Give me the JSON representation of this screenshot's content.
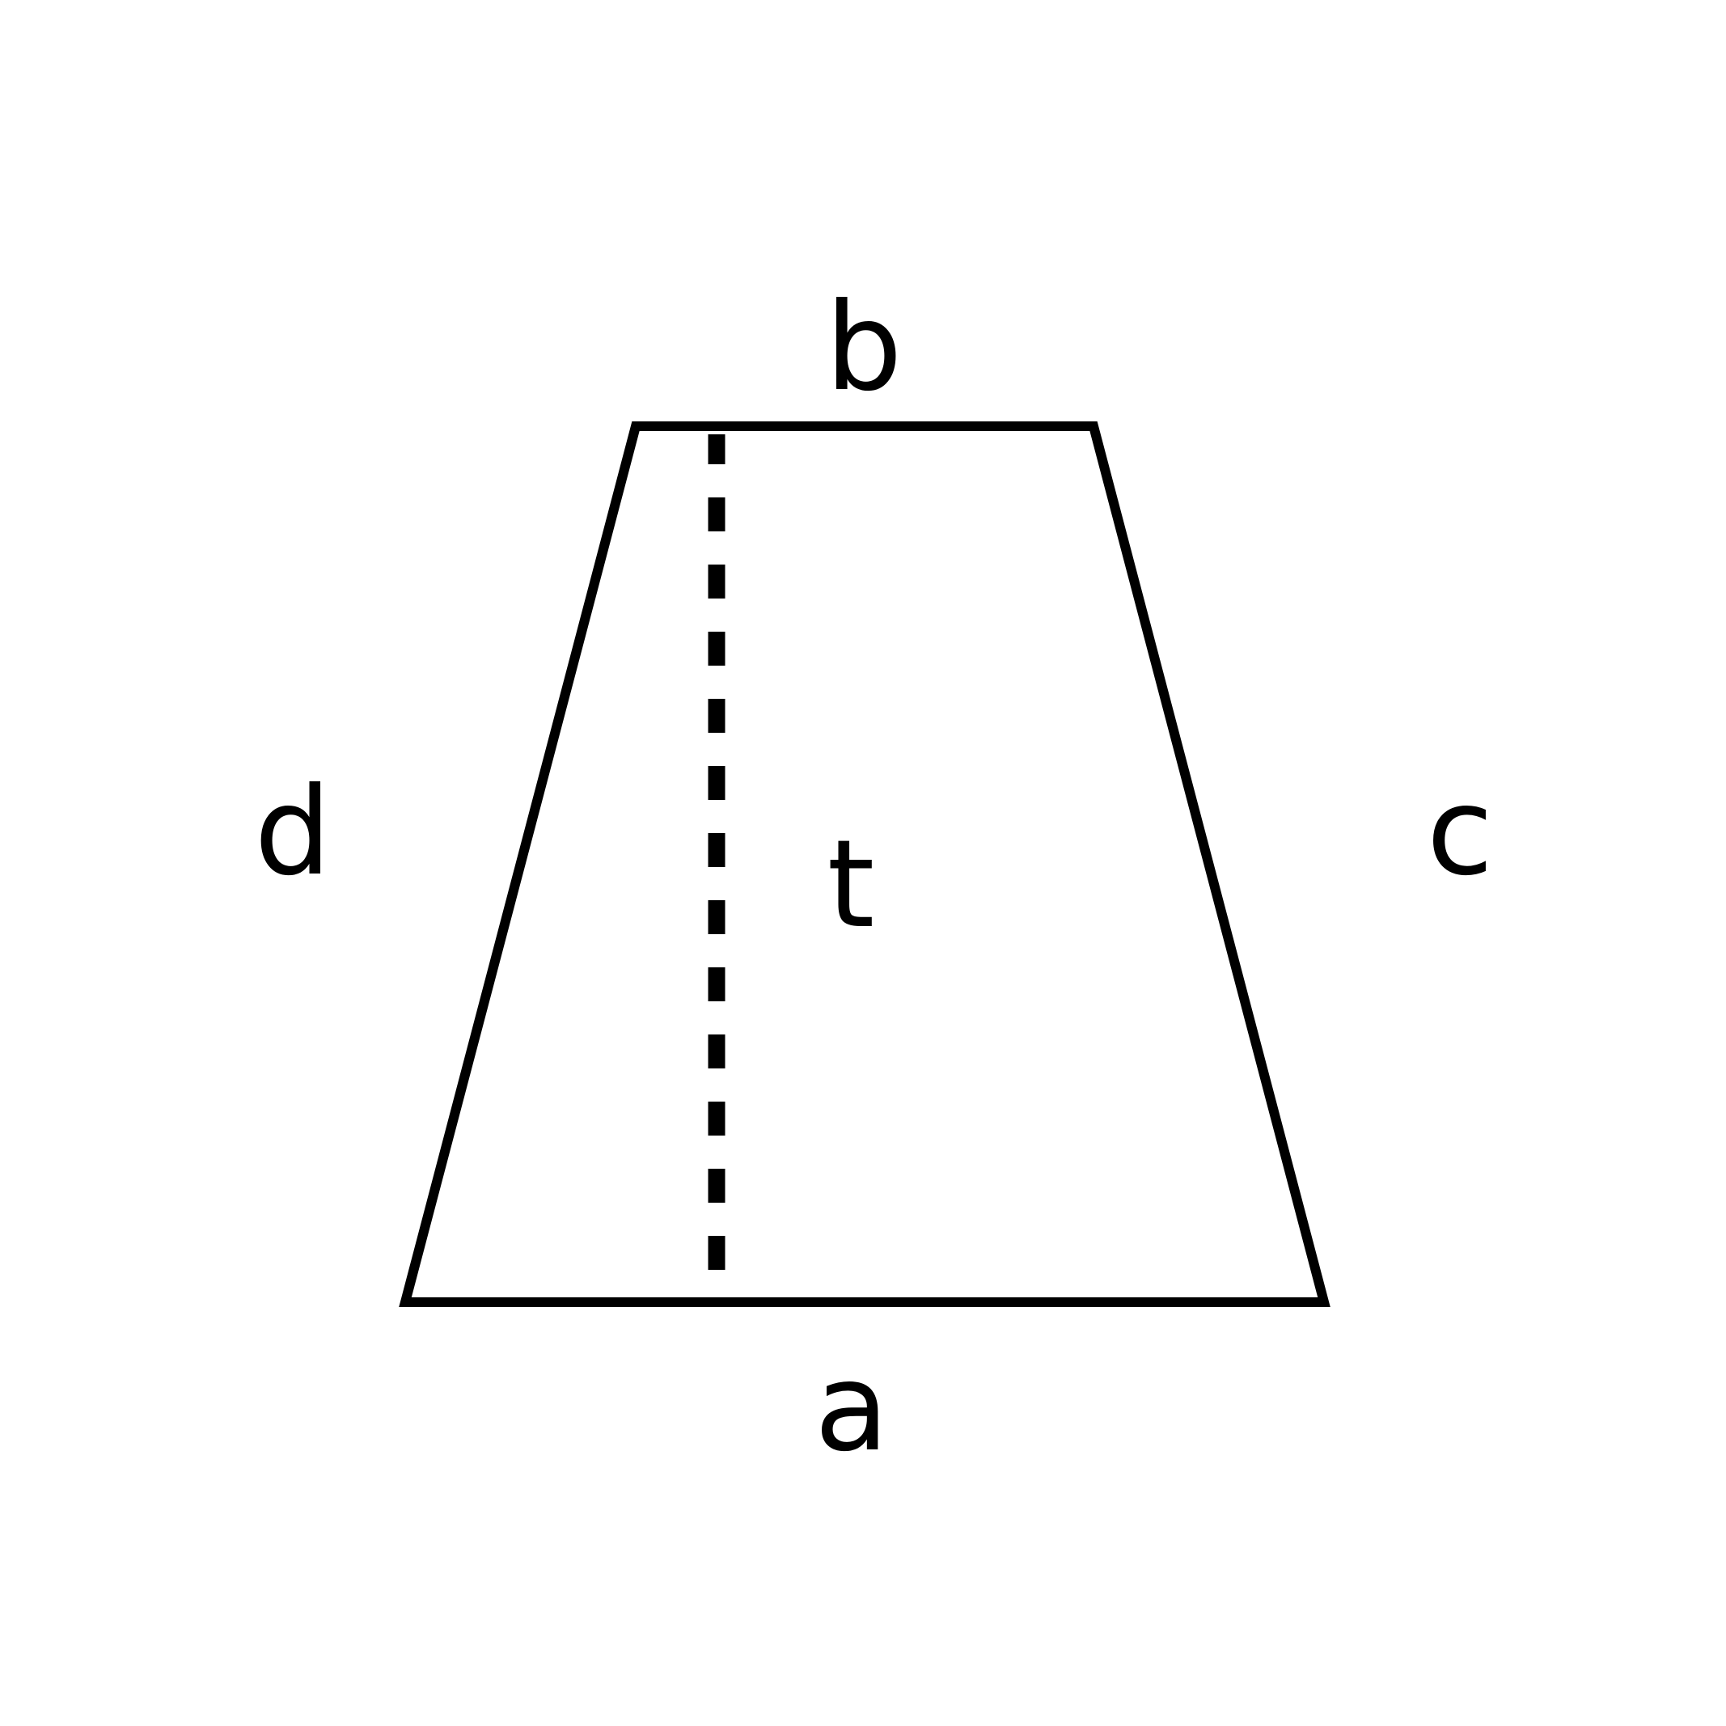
{
  "diagram": {
    "shape": "trapezoid",
    "labels": {
      "bottom": "a",
      "top": "b",
      "right": "c",
      "left": "d",
      "height": "t"
    },
    "height_line_style": "dashed",
    "stroke_color": "#000000",
    "background_color": "#ffffff"
  }
}
